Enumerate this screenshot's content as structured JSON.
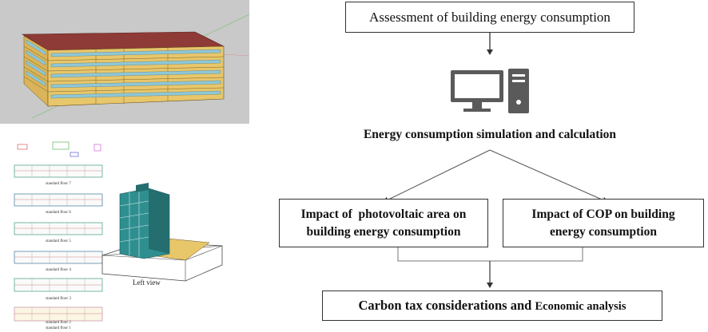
{
  "flowchart": {
    "assessment": "Assessment of building energy consumption",
    "simulation": "Energy consumption simulation and calculation",
    "pv_impact_line1": "Impact of  photovoltaic area on",
    "pv_impact_line2": "building energy consumption",
    "cop_impact_line1": "Impact of COP on building",
    "cop_impact_line2": "energy consumption",
    "carbon_tax_part1": "Carbon tax considerations and ",
    "carbon_tax_part2": "Economic analysis"
  },
  "floor_plans": {
    "labels": [
      "standard floor 7",
      "standard floor 6",
      "standard floor 5",
      "standard floor 4",
      "standard floor 3",
      "standard floor 2",
      "standard floor 1"
    ]
  },
  "model_view": {
    "caption": "Left view"
  },
  "icons": [
    "computer-monitor-icon",
    "computer-tower-icon"
  ],
  "colors": {
    "building_wall": "#e8c66a",
    "building_roof": "#8e3a36",
    "window": "#8fc7d6",
    "tower_glass": "#2f8f90",
    "icon_gray": "#5a5a5a"
  }
}
